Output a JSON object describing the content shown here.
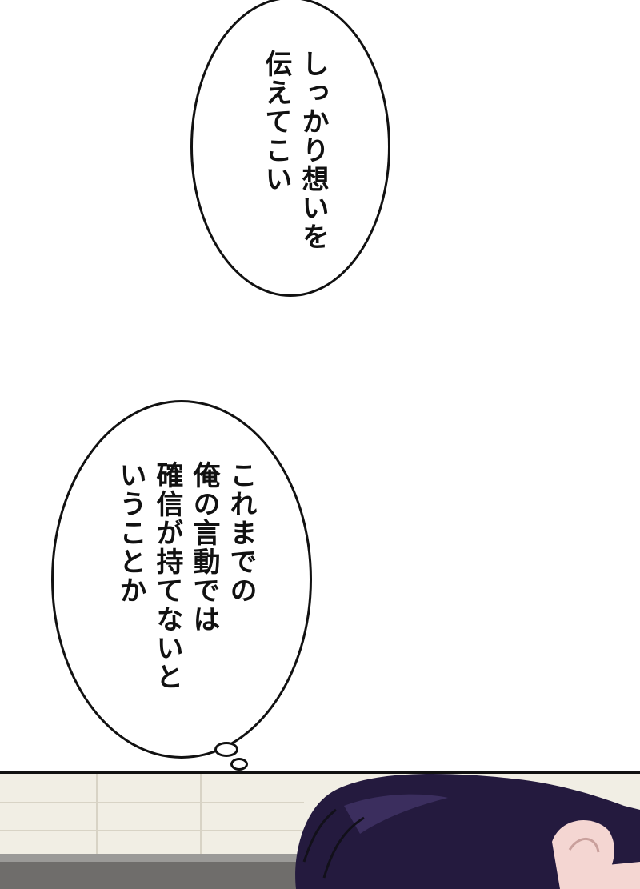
{
  "bubbles": [
    {
      "lines": [
        "しっかり想いを",
        "伝えてこい"
      ]
    },
    {
      "lines": [
        "これまでの",
        "俺の言動では",
        "確信が持てないと",
        "いうことか"
      ]
    }
  ],
  "colors": {
    "background": "#ffffff",
    "ink": "#111111",
    "hair": "#241a3e",
    "skin": "#f4d6d2",
    "floor": "#f1eee4"
  }
}
